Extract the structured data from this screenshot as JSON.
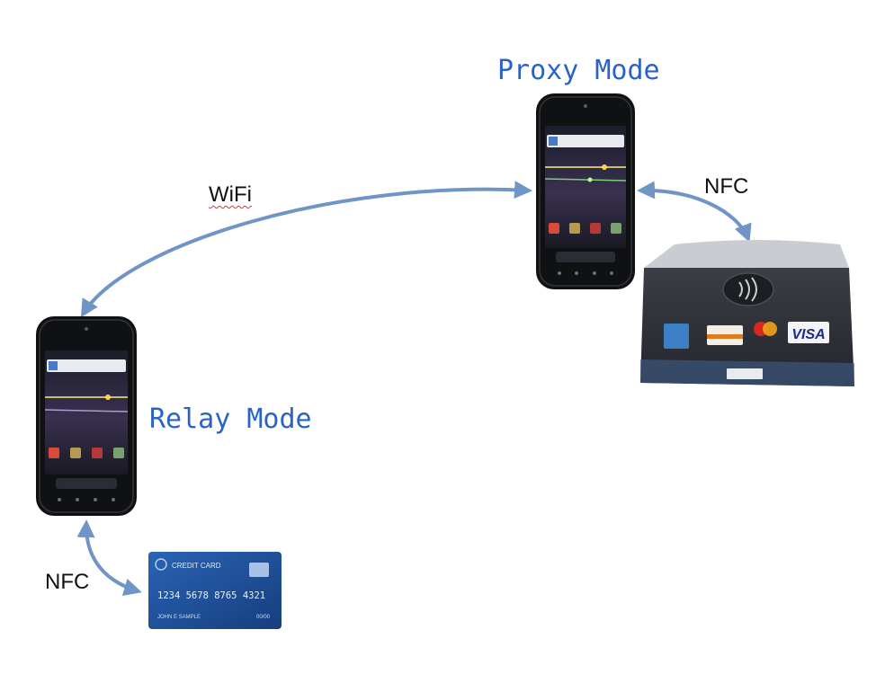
{
  "labels": {
    "proxy_mode": "Proxy Mode",
    "relay_mode": "Relay Mode",
    "wifi": "WiFi",
    "nfc_proxy": "NFC",
    "nfc_relay": "NFC"
  },
  "card": {
    "brand": "CREDIT CARD",
    "number": "1234 5678 8765 4321",
    "holder": "JOHN E SAMPLE",
    "expiry": "00/00"
  },
  "terminal": {
    "logos": [
      "VISA"
    ]
  },
  "colors": {
    "mode_label": "#2a63c8",
    "arrow": "#6f95c6",
    "card": "#1c4f9a",
    "terminal_body": "#2f3238",
    "phone_body": "#101113"
  },
  "icons": {
    "phone": "smartphone-icon",
    "terminal": "payment-terminal-icon",
    "contactless": "contactless-icon",
    "card": "credit-card-icon"
  }
}
